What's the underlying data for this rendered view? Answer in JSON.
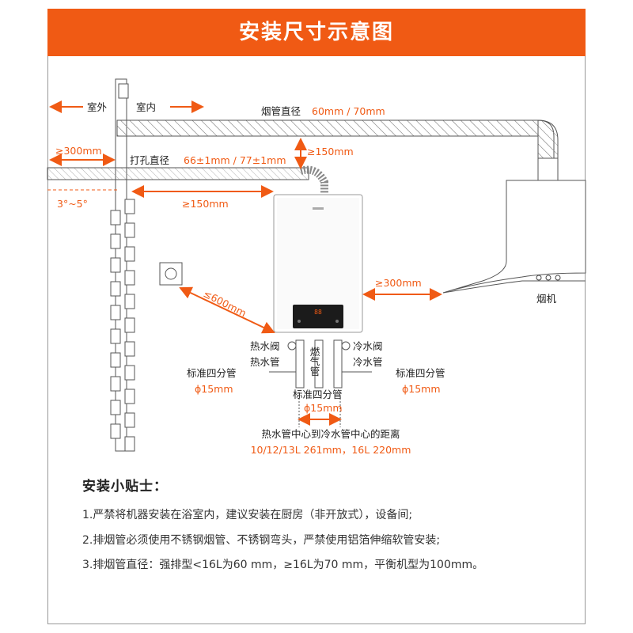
{
  "header": {
    "title": "安装尺寸示意图"
  },
  "colors": {
    "accent": "#f05a14",
    "text": "#222222",
    "line": "#555555"
  },
  "labels": {
    "outdoor": "室外",
    "indoor": "室内",
    "flue_diameter_prefix": "烟管直径",
    "flue_diameter_value": "60mm / 70mm",
    "outdoor_distance": "≥300mm",
    "hole_prefix": "打孔直径 ",
    "hole_value": "66±1mm / 77±1mm",
    "ceiling_gap": "≥150mm",
    "slope": "3°~5°",
    "wall_gap": "≥150mm",
    "socket_distance": "≤600mm",
    "hood_distance": "≥300mm",
    "hood": "烟机",
    "hot_valve": "热水阀",
    "hot_pipe": "热水管",
    "gas_pipe": "燃气管",
    "cold_valve": "冷水阀",
    "cold_pipe": "冷水管",
    "std_pipe_left": "标准四分管",
    "std_dia_left": "ϕ15mm",
    "std_pipe_right": "标准四分管",
    "std_dia_right": "ϕ15mm",
    "std_pipe_center": "标准四分管",
    "std_dia_center": "ϕ15mm",
    "center_distance_title": "热水管中心到冷水管中心的距离",
    "center_distance_value": "10/12/13L 261mm，16L 220mm",
    "display_reading": "88"
  },
  "tips": {
    "title": "安装小贴士：",
    "items": [
      "1.严禁将机器安装在浴室内，建议安装在厨房（非开放式），设备间;",
      "2.排烟管必须使用不锈钢烟管、不锈钢弯头，严禁使用铝箔伸缩软管安装;",
      "3.排烟管直径：强排型<16L为60 mm，≥16L为70 mm，平衡机型为100mm。"
    ]
  }
}
